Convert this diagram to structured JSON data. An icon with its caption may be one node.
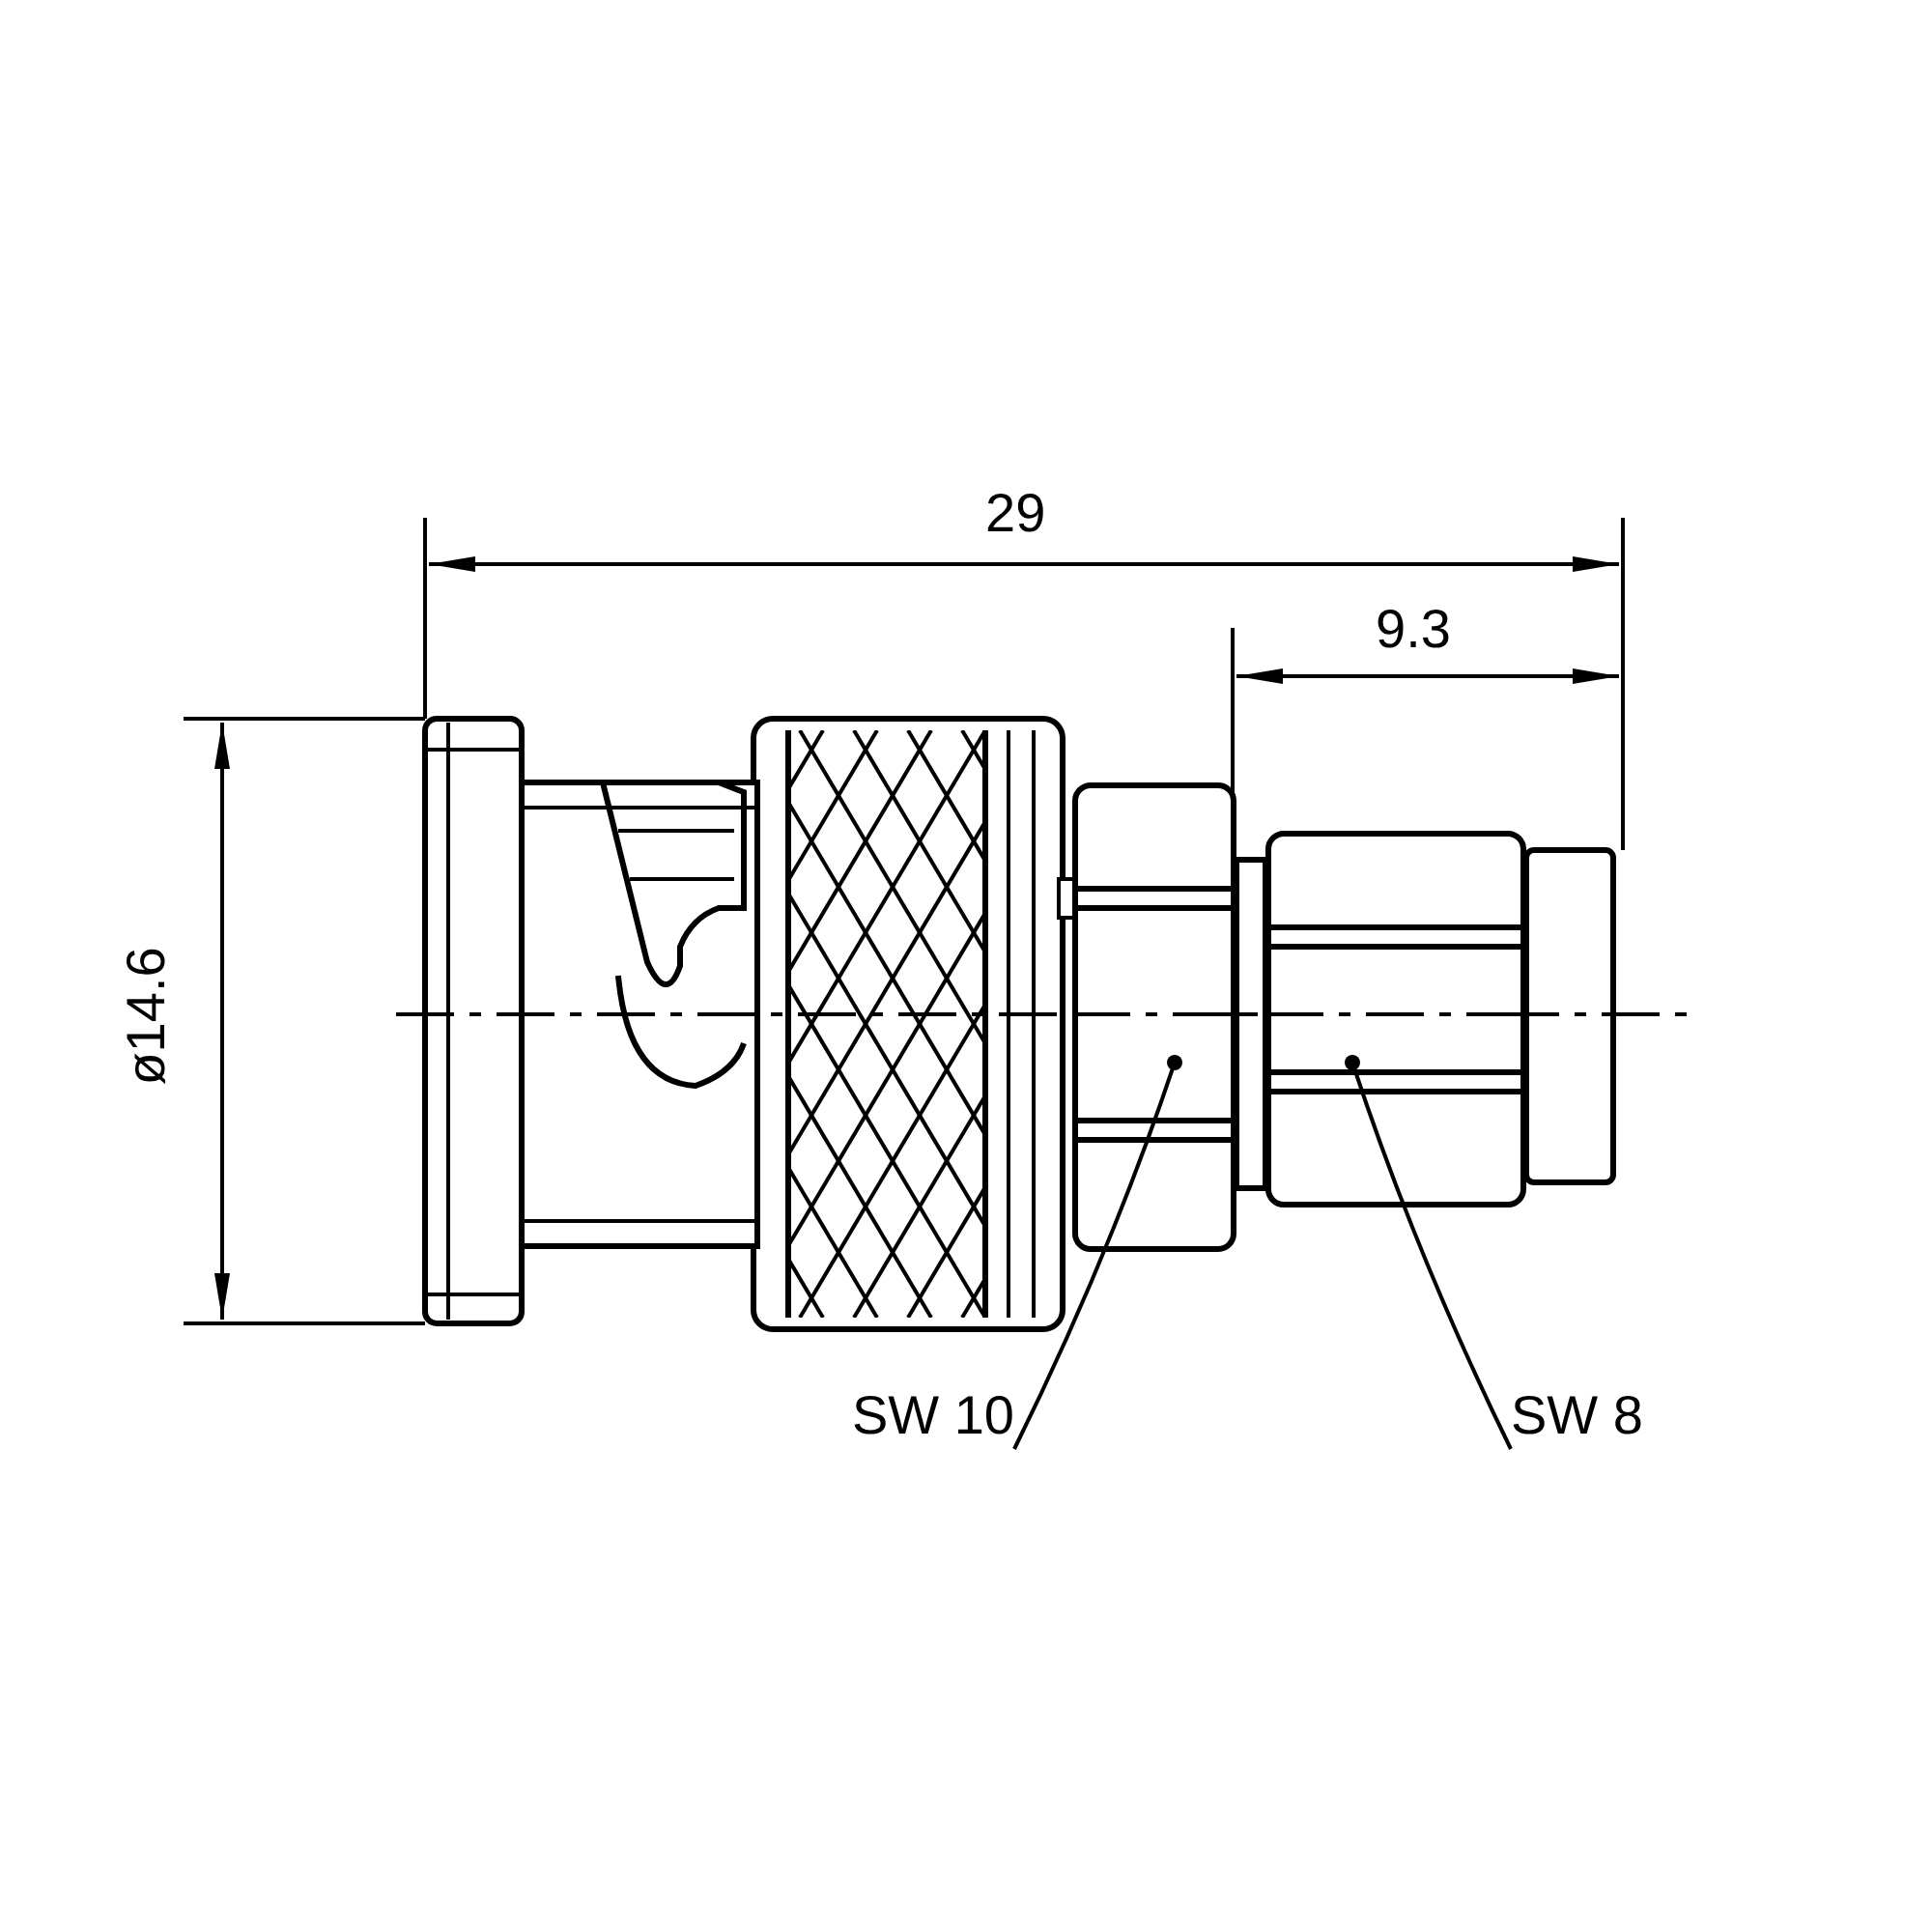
{
  "diagram": {
    "nodes": [
      {
        "text": [
          "SW 10"
        ]
      },
      {
        "text": [
          "SW 8"
        ]
      },
      {
        "text": [],
        "shape": "picture"
      },
      {
        "text": [],
        "shape": "picture"
      }
    ],
    "edges": [
      {
        "from": 0,
        "to": 2,
        "arrow": "other"
      },
      {
        "from": 1,
        "to": 3,
        "arrow": "other"
      }
    ],
    "labels": [
      "29",
      "9.3",
      "ø14.6"
    ]
  }
}
